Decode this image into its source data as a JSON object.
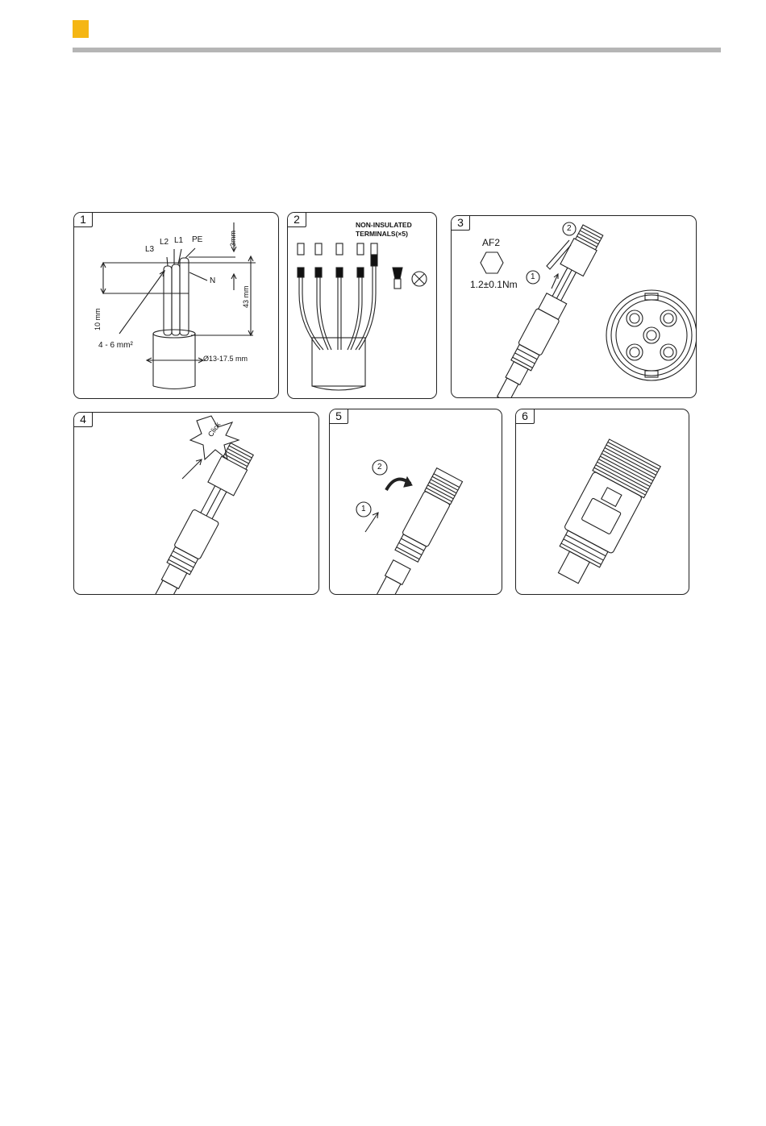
{
  "header": {
    "accent_color": "#F5B614",
    "rule_color": "#B5B5B5"
  },
  "steps": [
    {
      "number": "1",
      "labels": {
        "l3": "L3",
        "l2": "L2",
        "l1": "L1",
        "pe": "PE",
        "n": "N",
        "strip_short": "3mm",
        "strip_long": "43 mm",
        "insulation": "10 mm",
        "cross_section": "4 - 6 mm²",
        "diameter": "Ø13-17.5 mm"
      }
    },
    {
      "number": "2",
      "labels": {
        "terminals_line1": "NON-INSULATED",
        "terminals_line2": "TERMINALS(×5)"
      }
    },
    {
      "number": "3",
      "labels": {
        "tool": "AF2",
        "torque": "1.2±0.1Nm",
        "callout_1": "1",
        "callout_2": "2"
      }
    },
    {
      "number": "4",
      "labels": {
        "click": "Click"
      }
    },
    {
      "number": "5",
      "labels": {
        "callout_1": "1",
        "callout_2": "2"
      }
    },
    {
      "number": "6",
      "labels": {}
    }
  ]
}
